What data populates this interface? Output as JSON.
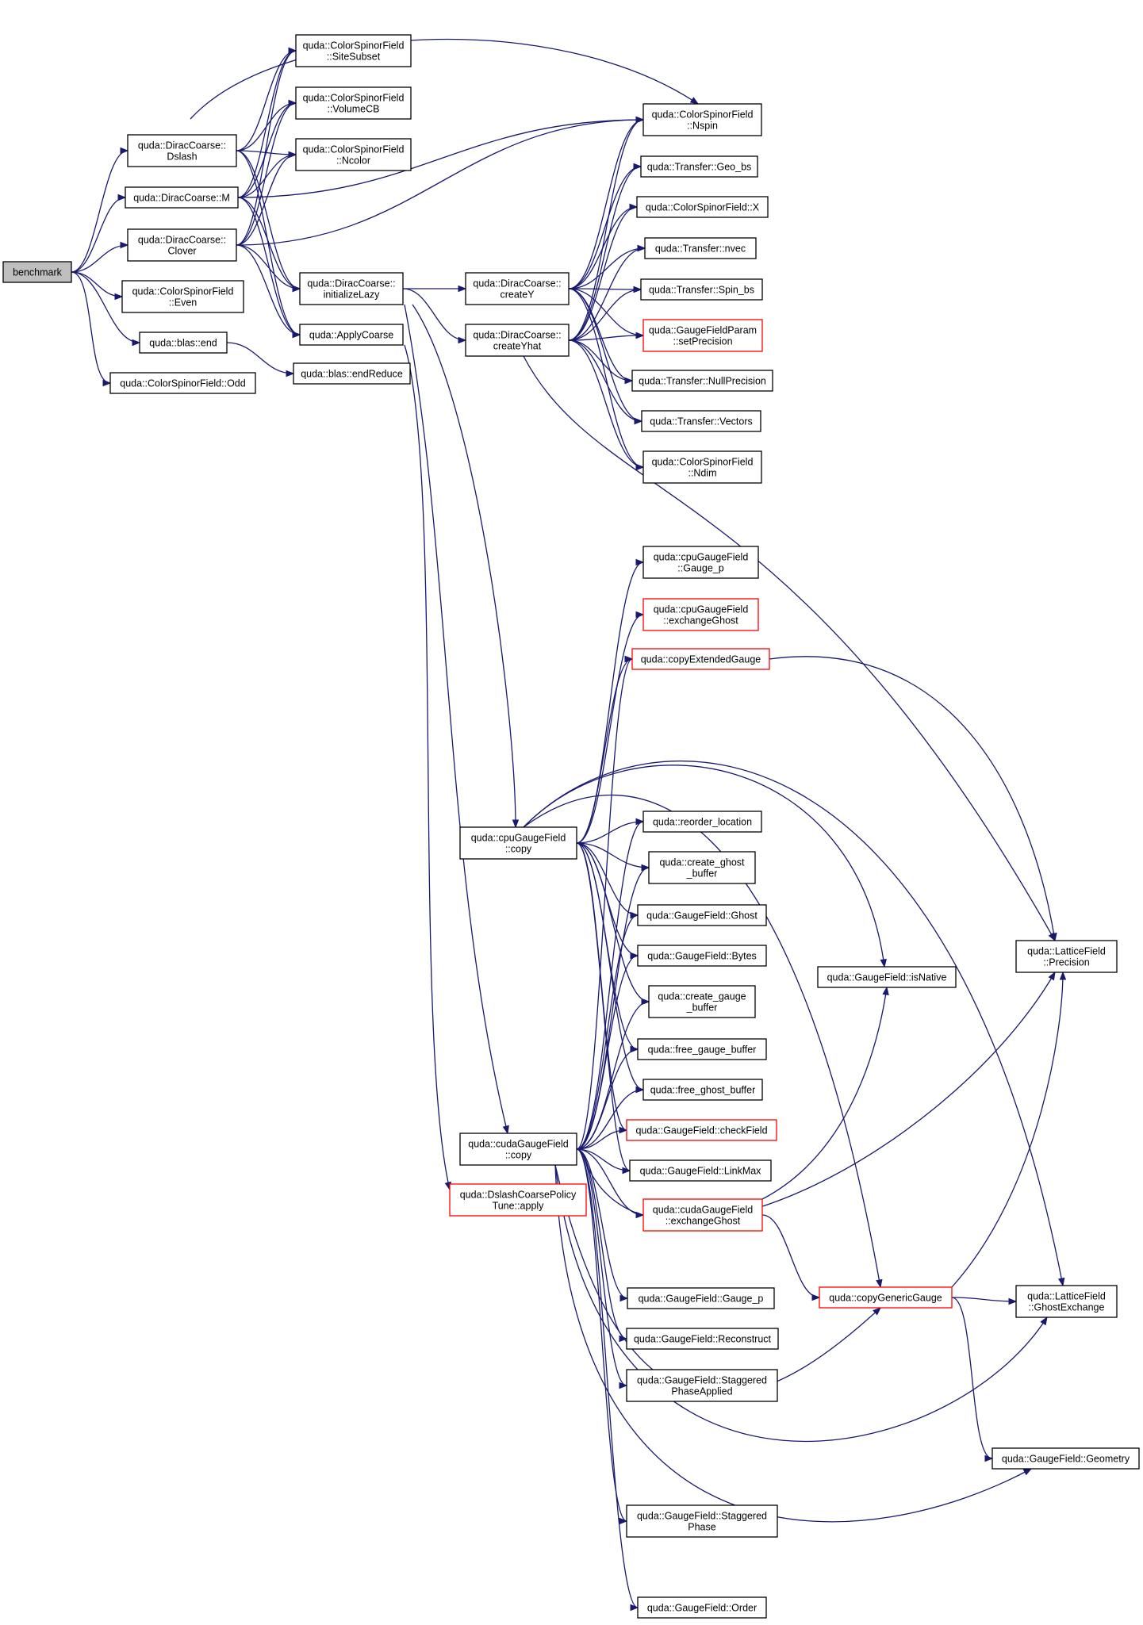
{
  "graph": {
    "nodes": [
      {
        "id": "benchmark",
        "lines": [
          "benchmark"
        ],
        "highlighted": true
      },
      {
        "id": "dslash",
        "lines": [
          "quda::DiracCoarse::",
          "Dslash"
        ]
      },
      {
        "id": "diracM",
        "lines": [
          "quda::DiracCoarse::M"
        ]
      },
      {
        "id": "clover",
        "lines": [
          "quda::DiracCoarse::",
          "Clover"
        ]
      },
      {
        "id": "even",
        "lines": [
          "quda::ColorSpinorField",
          "::Even"
        ]
      },
      {
        "id": "blasEnd",
        "lines": [
          "quda::blas::end"
        ]
      },
      {
        "id": "odd",
        "lines": [
          "quda::ColorSpinorField::Odd"
        ]
      },
      {
        "id": "siteSubset",
        "lines": [
          "quda::ColorSpinorField",
          "::SiteSubset"
        ]
      },
      {
        "id": "volumeCB",
        "lines": [
          "quda::ColorSpinorField",
          "::VolumeCB"
        ]
      },
      {
        "id": "ncolor",
        "lines": [
          "quda::ColorSpinorField",
          "::Ncolor"
        ]
      },
      {
        "id": "initializeLazy",
        "lines": [
          "quda::DiracCoarse::",
          "initializeLazy"
        ]
      },
      {
        "id": "applyCoarse",
        "lines": [
          "quda::ApplyCoarse"
        ]
      },
      {
        "id": "endReduce",
        "lines": [
          "quda::blas::endReduce"
        ]
      },
      {
        "id": "createY",
        "lines": [
          "quda::DiracCoarse::",
          "createY"
        ]
      },
      {
        "id": "createYhat",
        "lines": [
          "quda::DiracCoarse::",
          "createYhat"
        ]
      },
      {
        "id": "nspin",
        "lines": [
          "quda::ColorSpinorField",
          "::Nspin"
        ]
      },
      {
        "id": "geoBs",
        "lines": [
          "quda::Transfer::Geo_bs"
        ]
      },
      {
        "id": "csfX",
        "lines": [
          "quda::ColorSpinorField::X"
        ]
      },
      {
        "id": "nvec",
        "lines": [
          "quda::Transfer::nvec"
        ]
      },
      {
        "id": "spinBs",
        "lines": [
          "quda::Transfer::Spin_bs"
        ]
      },
      {
        "id": "setPrecision",
        "lines": [
          "quda::GaugeFieldParam",
          "::setPrecision"
        ],
        "red": true
      },
      {
        "id": "nullPrecision",
        "lines": [
          "quda::Transfer::NullPrecision"
        ]
      },
      {
        "id": "vectors",
        "lines": [
          "quda::Transfer::Vectors"
        ]
      },
      {
        "id": "ndim",
        "lines": [
          "quda::ColorSpinorField",
          "::Ndim"
        ]
      },
      {
        "id": "cpuGaugeP",
        "lines": [
          "quda::cpuGaugeField",
          "::Gauge_p"
        ]
      },
      {
        "id": "cpuExchangeGhost",
        "lines": [
          "quda::cpuGaugeField",
          "::exchangeGhost"
        ],
        "red": true
      },
      {
        "id": "copyExtendedGauge",
        "lines": [
          "quda::copyExtendedGauge"
        ],
        "red": true
      },
      {
        "id": "cpuCopy",
        "lines": [
          "quda::cpuGaugeField",
          "::copy"
        ]
      },
      {
        "id": "reorderLocation",
        "lines": [
          "quda::reorder_location"
        ]
      },
      {
        "id": "createGhostBuffer",
        "lines": [
          "quda::create_ghost",
          "_buffer"
        ]
      },
      {
        "id": "gfGhost",
        "lines": [
          "quda::GaugeField::Ghost"
        ]
      },
      {
        "id": "gfBytes",
        "lines": [
          "quda::GaugeField::Bytes"
        ]
      },
      {
        "id": "createGaugeBuffer",
        "lines": [
          "quda::create_gauge",
          "_buffer"
        ]
      },
      {
        "id": "freeGaugeBuffer",
        "lines": [
          "quda::free_gauge_buffer"
        ]
      },
      {
        "id": "freeGhostBuffer",
        "lines": [
          "quda::free_ghost_buffer"
        ]
      },
      {
        "id": "checkField",
        "lines": [
          "quda::GaugeField::checkField"
        ],
        "red": true
      },
      {
        "id": "linkMax",
        "lines": [
          "quda::GaugeField::LinkMax"
        ]
      },
      {
        "id": "cudaCopy",
        "lines": [
          "quda::cudaGaugeField",
          "::copy"
        ]
      },
      {
        "id": "dslashCoarsePolicyTune",
        "lines": [
          "quda::DslashCoarsePolicy",
          "Tune::apply"
        ],
        "red": true
      },
      {
        "id": "cudaExchangeGhost",
        "lines": [
          "quda::cudaGaugeField",
          "::exchangeGhost"
        ],
        "red": true
      },
      {
        "id": "isNative",
        "lines": [
          "quda::GaugeField::isNative"
        ]
      },
      {
        "id": "latticePrecision",
        "lines": [
          "quda::LatticeField",
          "::Precision"
        ]
      },
      {
        "id": "copyGenericGauge",
        "lines": [
          "quda::copyGenericGauge"
        ],
        "red": true
      },
      {
        "id": "ghostExchange",
        "lines": [
          "quda::LatticeField",
          "::GhostExchange"
        ]
      },
      {
        "id": "gfGaugeP",
        "lines": [
          "quda::GaugeField::Gauge_p"
        ]
      },
      {
        "id": "gfReconstruct",
        "lines": [
          "quda::GaugeField::Reconstruct"
        ]
      },
      {
        "id": "gfStaggeredPhaseApplied",
        "lines": [
          "quda::GaugeField::Staggered",
          "PhaseApplied"
        ]
      },
      {
        "id": "gfGeometry",
        "lines": [
          "quda::GaugeField::Geometry"
        ]
      },
      {
        "id": "gfStaggeredPhase",
        "lines": [
          "quda::GaugeField::Staggered",
          "Phase"
        ]
      },
      {
        "id": "gfOrder",
        "lines": [
          "quda::GaugeField::Order"
        ]
      }
    ]
  }
}
